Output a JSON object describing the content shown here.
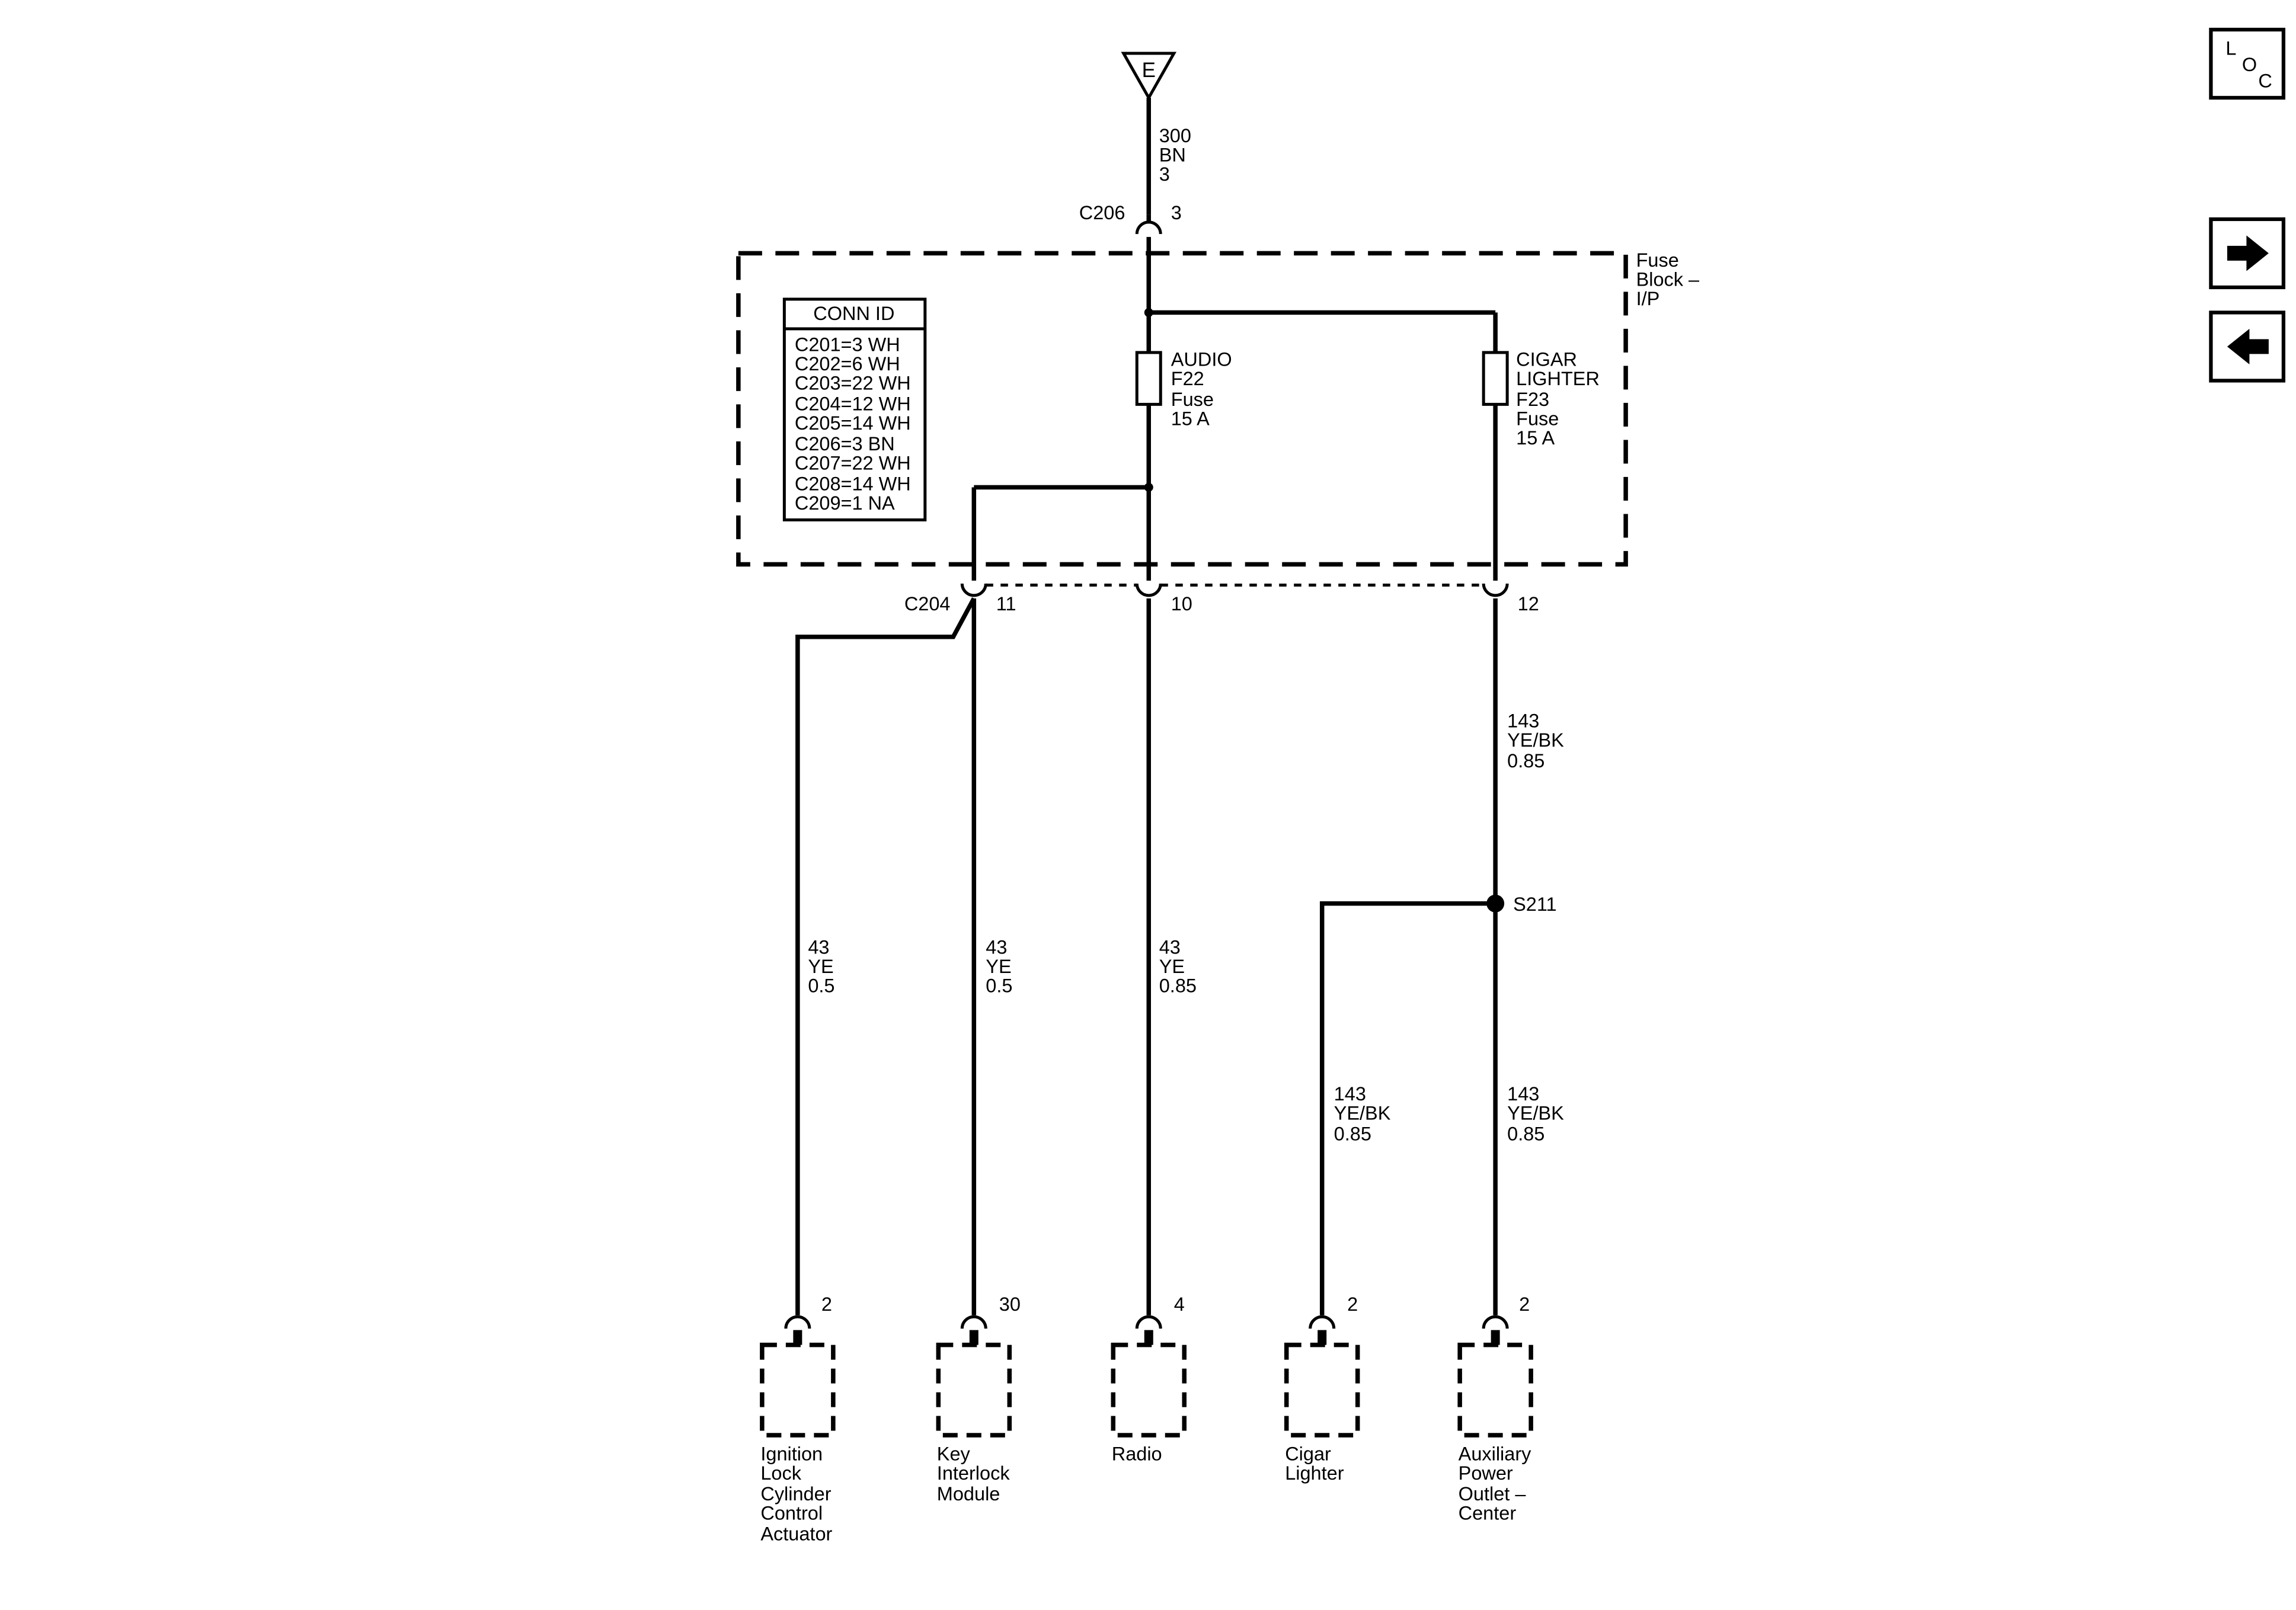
{
  "ground": {
    "symbol": "E",
    "wire": [
      "300",
      "BN",
      "3"
    ]
  },
  "c206": {
    "name": "C206",
    "pin": "3"
  },
  "fuse_block": {
    "label": [
      "Fuse",
      "Block –",
      "I/P"
    ]
  },
  "conn_table": {
    "header": "CONN ID",
    "rows": [
      "C201=3 WH",
      "C202=6 WH",
      "C203=22 WH",
      "C204=12 WH",
      "C205=14 WH",
      "C206=3 BN",
      "C207=22 WH",
      "C208=14 WH",
      "C209=1 NA"
    ]
  },
  "fuses": {
    "audio": [
      "AUDIO",
      "F22",
      "Fuse",
      "15 A"
    ],
    "cigar": [
      "CIGAR",
      "LIGHTER",
      "F23",
      "Fuse",
      "15 A"
    ]
  },
  "c204": {
    "name": "C204",
    "pins": [
      "11",
      "10",
      "12"
    ]
  },
  "splice": {
    "name": "S211"
  },
  "wires": {
    "ignition": [
      "43",
      "YE",
      "0.5"
    ],
    "key": [
      "43",
      "YE",
      "0.5"
    ],
    "radio": [
      "43",
      "YE",
      "0.85"
    ],
    "cigar_feed": [
      "143",
      "YE/BK",
      "0.85"
    ],
    "cigar_branch": [
      "143",
      "YE/BK",
      "0.85"
    ],
    "aux": [
      "143",
      "YE/BK",
      "0.85"
    ]
  },
  "components": [
    {
      "pin": "2",
      "label": [
        "Ignition",
        "Lock",
        "Cylinder",
        "Control",
        "Actuator"
      ]
    },
    {
      "pin": "30",
      "label": [
        "Key",
        "Interlock",
        "Module"
      ]
    },
    {
      "pin": "4",
      "label": [
        "Radio"
      ]
    },
    {
      "pin": "2",
      "label": [
        "Cigar",
        "Lighter"
      ]
    },
    {
      "pin": "2",
      "label": [
        "Auxiliary",
        "Power",
        "Outlet –",
        "Center"
      ]
    }
  ],
  "nav": {
    "loc": [
      "L",
      "O",
      "C"
    ],
    "next_icon": "arrow-right-icon",
    "prev_icon": "arrow-left-icon"
  }
}
